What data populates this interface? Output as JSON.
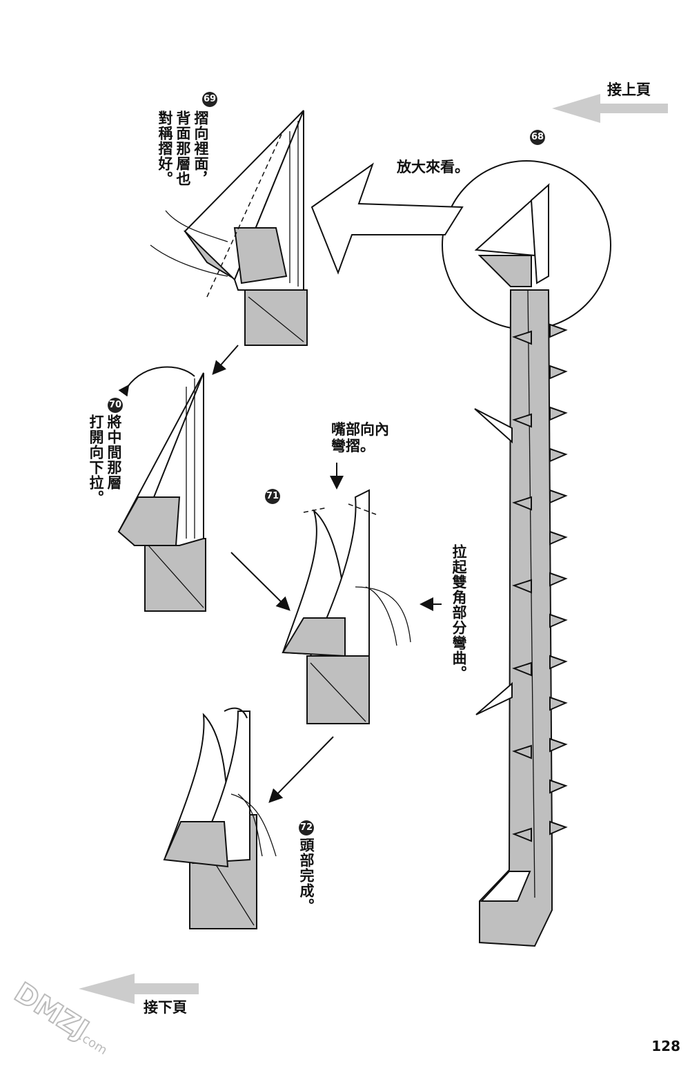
{
  "nav": {
    "prev_page_label": "接上頁",
    "next_page_label": "接下頁"
  },
  "page_number": "128",
  "callout": {
    "zoom_label": "放大來看。"
  },
  "steps": [
    {
      "number": "68",
      "text": ""
    },
    {
      "number": "69",
      "text": "摺向裡面，\n背面那層也\n對稱摺好。"
    },
    {
      "number": "70",
      "text": "將中間那層\n打開向下拉。"
    },
    {
      "number": "71",
      "text": ""
    },
    {
      "number": "72",
      "text": "頭部完成。"
    }
  ],
  "notes": {
    "beak_fold": "嘴部向內\n彎摺。",
    "horn_bend": "拉起雙角部分彎曲。"
  },
  "watermark": "DMZJ.com",
  "colors": {
    "shade": "#bfbfbf",
    "ink": "#111111",
    "arrow_gray": "#cccccc"
  }
}
